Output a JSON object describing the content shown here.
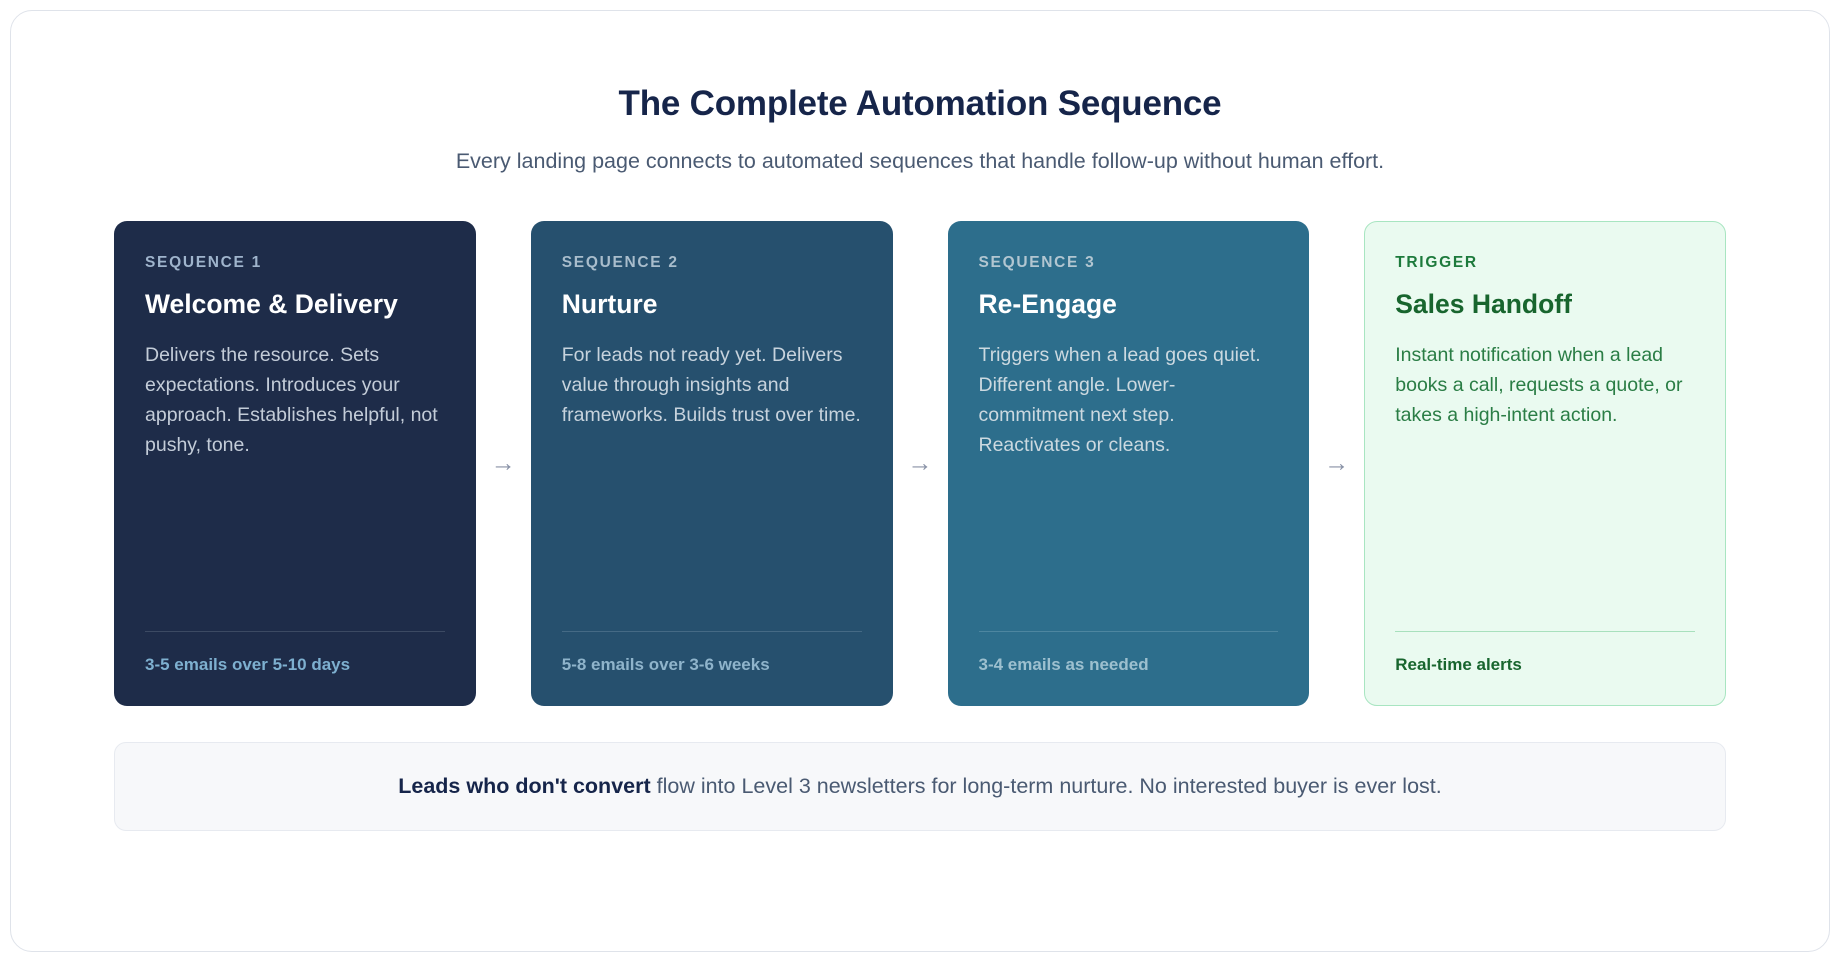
{
  "header": {
    "title": "The Complete Automation Sequence",
    "subtitle": "Every landing page connects to automated sequences that handle follow-up without human effort."
  },
  "arrow_icon": "→",
  "colors": {
    "page_background": "#ffffff",
    "panel_border": "#dfe3ea",
    "title": "#16254a",
    "subtitle": "#4a5a72",
    "card1_bg": "#1e2c49",
    "card2_bg": "#26506e",
    "card3_bg": "#2d6e8c",
    "card4_bg": "#eafaf0",
    "card4_border": "#a8e5c1",
    "card4_text": "#18652e",
    "arrow": "#8891a6",
    "footnote_bg": "#f7f8fa",
    "footnote_border": "#e7eaf0"
  },
  "cards": [
    {
      "kicker": "SEQUENCE 1",
      "title": "Welcome & Delivery",
      "body": "Delivers the resource. Sets expectations. Introduces your approach. Establishes helpful, not pushy, tone.",
      "footnote": "3-5 emails over 5-10 days"
    },
    {
      "kicker": "SEQUENCE 2",
      "title": "Nurture",
      "body": "For leads not ready yet. Delivers value through insights and frameworks. Builds trust over time.",
      "footnote": "5-8 emails over 3-6 weeks"
    },
    {
      "kicker": "SEQUENCE 3",
      "title": "Re-Engage",
      "body": "Triggers when a lead goes quiet. Different angle. Lower-commitment next step. Reactivates or cleans.",
      "footnote": "3-4 emails as needed"
    },
    {
      "kicker": "TRIGGER",
      "title": "Sales Handoff",
      "body": "Instant notification when a lead books a call, requests a quote, or takes a high-intent action.",
      "footnote": "Real-time alerts"
    }
  ],
  "footnote_bar": {
    "strong": "Leads who don't convert",
    "rest": " flow into Level 3 newsletters for long-term nurture. No interested buyer is ever lost."
  }
}
